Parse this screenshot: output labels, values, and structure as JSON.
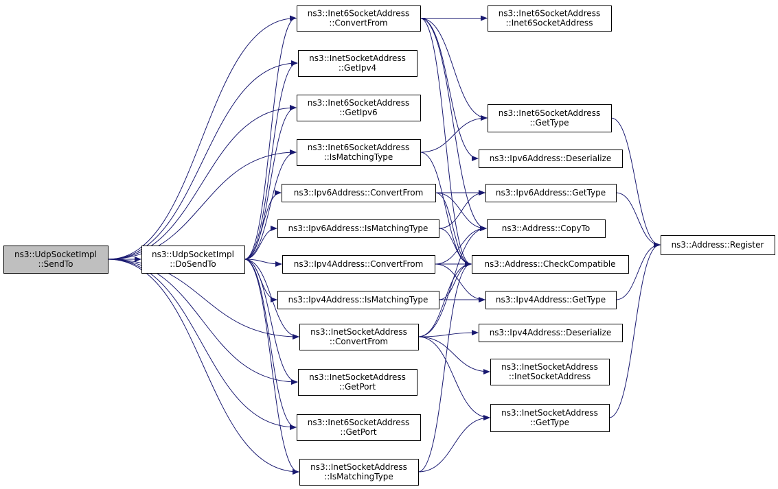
{
  "colors": {
    "edge": "#191970",
    "root_fill": "#bfbfbf",
    "node_fill": "#ffffff",
    "border": "#000000"
  },
  "nodes": [
    {
      "id": "sendto",
      "lines": [
        "ns3::UdpSocketImpl",
        "::SendTo"
      ],
      "root": true
    },
    {
      "id": "dosendto",
      "lines": [
        "ns3::UdpSocketImpl",
        "::DoSendTo"
      ]
    },
    {
      "id": "i6_convertfrom",
      "lines": [
        "ns3::Inet6SocketAddress",
        "::ConvertFrom"
      ]
    },
    {
      "id": "i4_getipv4",
      "lines": [
        "ns3::InetSocketAddress",
        "::GetIpv4"
      ]
    },
    {
      "id": "i6_getipv6",
      "lines": [
        "ns3::Inet6SocketAddress",
        "::GetIpv6"
      ]
    },
    {
      "id": "i6_ismatching",
      "lines": [
        "ns3::Inet6SocketAddress",
        "::IsMatchingType"
      ]
    },
    {
      "id": "ipv6_convertfrom",
      "lines": [
        "ns3::Ipv6Address::ConvertFrom"
      ]
    },
    {
      "id": "ipv6_ismatching",
      "lines": [
        "ns3::Ipv6Address::IsMatchingType"
      ]
    },
    {
      "id": "ipv4_convertfrom",
      "lines": [
        "ns3::Ipv4Address::ConvertFrom"
      ]
    },
    {
      "id": "ipv4_ismatching",
      "lines": [
        "ns3::Ipv4Address::IsMatchingType"
      ]
    },
    {
      "id": "i4_convertfrom",
      "lines": [
        "ns3::InetSocketAddress",
        "::ConvertFrom"
      ]
    },
    {
      "id": "i4_getport",
      "lines": [
        "ns3::InetSocketAddress",
        "::GetPort"
      ]
    },
    {
      "id": "i6_getport",
      "lines": [
        "ns3::Inet6SocketAddress",
        "::GetPort"
      ]
    },
    {
      "id": "i4_ismatching",
      "lines": [
        "ns3::InetSocketAddress",
        "::IsMatchingType"
      ]
    },
    {
      "id": "i6_ctor",
      "lines": [
        "ns3::Inet6SocketAddress",
        "::Inet6SocketAddress"
      ]
    },
    {
      "id": "i6_gettype",
      "lines": [
        "ns3::Inet6SocketAddress",
        "::GetType"
      ]
    },
    {
      "id": "ipv6_deserialize",
      "lines": [
        "ns3::Ipv6Address::Deserialize"
      ]
    },
    {
      "id": "ipv6_gettype",
      "lines": [
        "ns3::Ipv6Address::GetType"
      ]
    },
    {
      "id": "addr_copyto",
      "lines": [
        "ns3::Address::CopyTo"
      ]
    },
    {
      "id": "addr_check",
      "lines": [
        "ns3::Address::CheckCompatible"
      ]
    },
    {
      "id": "ipv4_gettype",
      "lines": [
        "ns3::Ipv4Address::GetType"
      ]
    },
    {
      "id": "ipv4_deserialize",
      "lines": [
        "ns3::Ipv4Address::Deserialize"
      ]
    },
    {
      "id": "i4_ctor",
      "lines": [
        "ns3::InetSocketAddress",
        "::InetSocketAddress"
      ]
    },
    {
      "id": "i4_gettype",
      "lines": [
        "ns3::InetSocketAddress",
        "::GetType"
      ]
    },
    {
      "id": "addr_register",
      "lines": [
        "ns3::Address::Register"
      ]
    }
  ],
  "edges": [
    [
      "sendto",
      "dosendto"
    ],
    [
      "sendto",
      "i6_convertfrom"
    ],
    [
      "sendto",
      "i4_getipv4"
    ],
    [
      "sendto",
      "i6_getipv6"
    ],
    [
      "sendto",
      "i6_ismatching"
    ],
    [
      "sendto",
      "i4_convertfrom"
    ],
    [
      "sendto",
      "i4_getport"
    ],
    [
      "sendto",
      "i6_getport"
    ],
    [
      "sendto",
      "i4_ismatching"
    ],
    [
      "dosendto",
      "i6_convertfrom"
    ],
    [
      "dosendto",
      "i4_getipv4"
    ],
    [
      "dosendto",
      "i6_getipv6"
    ],
    [
      "dosendto",
      "i6_ismatching"
    ],
    [
      "dosendto",
      "ipv6_convertfrom"
    ],
    [
      "dosendto",
      "ipv6_ismatching"
    ],
    [
      "dosendto",
      "ipv4_convertfrom"
    ],
    [
      "dosendto",
      "ipv4_ismatching"
    ],
    [
      "dosendto",
      "i4_convertfrom"
    ],
    [
      "dosendto",
      "i4_getport"
    ],
    [
      "dosendto",
      "i6_getport"
    ],
    [
      "dosendto",
      "i4_ismatching"
    ],
    [
      "i6_convertfrom",
      "i6_ctor"
    ],
    [
      "i6_convertfrom",
      "i6_gettype"
    ],
    [
      "i6_convertfrom",
      "ipv6_deserialize"
    ],
    [
      "i6_convertfrom",
      "addr_copyto"
    ],
    [
      "i6_convertfrom",
      "addr_check"
    ],
    [
      "i6_ismatching",
      "i6_gettype"
    ],
    [
      "i6_ismatching",
      "addr_check"
    ],
    [
      "ipv6_convertfrom",
      "ipv6_gettype"
    ],
    [
      "ipv6_convertfrom",
      "addr_copyto"
    ],
    [
      "ipv6_convertfrom",
      "addr_check"
    ],
    [
      "ipv6_ismatching",
      "ipv6_gettype"
    ],
    [
      "ipv6_ismatching",
      "addr_check"
    ],
    [
      "ipv4_convertfrom",
      "addr_check"
    ],
    [
      "ipv4_convertfrom",
      "ipv4_gettype"
    ],
    [
      "ipv4_convertfrom",
      "addr_copyto"
    ],
    [
      "ipv4_ismatching",
      "ipv4_gettype"
    ],
    [
      "ipv4_ismatching",
      "addr_check"
    ],
    [
      "i4_convertfrom",
      "addr_check"
    ],
    [
      "i4_convertfrom",
      "ipv4_deserialize"
    ],
    [
      "i4_convertfrom",
      "i4_ctor"
    ],
    [
      "i4_convertfrom",
      "i4_gettype"
    ],
    [
      "i4_convertfrom",
      "addr_copyto"
    ],
    [
      "i4_ismatching",
      "i4_gettype"
    ],
    [
      "i4_ismatching",
      "addr_check"
    ],
    [
      "i6_gettype",
      "addr_register"
    ],
    [
      "ipv6_gettype",
      "addr_register"
    ],
    [
      "ipv4_gettype",
      "addr_register"
    ],
    [
      "i4_gettype",
      "addr_register"
    ]
  ]
}
